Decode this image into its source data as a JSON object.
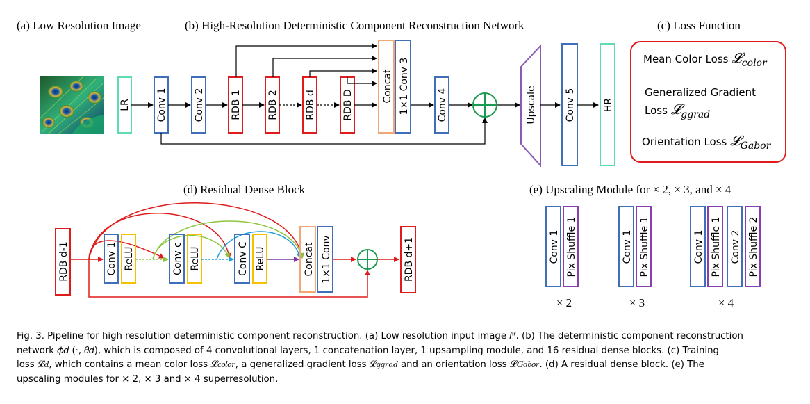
{
  "panel_titles": {
    "a": "(a) Low Resolution Image",
    "b": "(b) High-Resolution Deterministic Component Reconstruction Network",
    "c": "(c) Loss Function",
    "d": "(d) Residual Dense Block",
    "e": "(e) Upscaling Module for × 2, × 3, and × 4"
  },
  "network": {
    "lr": "LR",
    "conv1": "Conv 1",
    "conv2": "Conv 2",
    "rdb1": "RDB 1",
    "rdb2": "RDB 2",
    "rdbd": "RDB d",
    "rdbD": "RDB D",
    "concat": "Concat",
    "conv1x1": "1×1 Conv 3",
    "conv4": "Conv 4",
    "upscale": "Upscale",
    "conv5": "Conv 5",
    "hr": "HR"
  },
  "loss": {
    "mean_color": "Mean Color Loss",
    "mean_color_sym": "𝓛",
    "mean_color_sub": "color",
    "gradient_line1": "Generalized Gradient",
    "gradient_line2": "Loss",
    "gradient_sym": "𝓛",
    "gradient_sub": "ggrad",
    "orientation": "Orientation Loss",
    "orientation_sym": "𝓛",
    "orientation_sub": "Gabor"
  },
  "rdb": {
    "prev": "RDB d-1",
    "conv1": "Conv 1",
    "relu1": "ReLU",
    "convc": "Conv c",
    "relu2": "ReLU",
    "convC": "Conv C",
    "relu3": "ReLU",
    "concat": "Concat",
    "conv1x1": "1×1 Conv",
    "next": "RDB d+1"
  },
  "upscaling": {
    "x2": {
      "conv": "Conv 1",
      "shuffle": "Pix Shuffle 1",
      "label": "× 2"
    },
    "x3": {
      "conv": "Conv 1",
      "shuffle": "Pix Shuffle 1",
      "label": "× 3"
    },
    "x4": {
      "conv1": "Conv 1",
      "shuffle1": "Pix Shuffle 1",
      "conv2": "Conv 2",
      "shuffle2": "Pix Shuffle 2",
      "label": "× 4"
    }
  },
  "caption": {
    "line1": "Fig. 3.  Pipeline for high resolution deterministic component reconstruction. (a) Low resolution input image 𝐼ˡʳ. (b) The deterministic component reconstruction",
    "line2": "network 𝜙𝑑 (·, 𝜃𝑑), which is composed of 4 convolutional layers, 1 concatenation layer, 1 upsampling module, and 16 residual dense blocks. (c) Training",
    "line3": "loss 𝓛𝑑, which contains a mean color loss 𝓛𝑐𝑜𝑙𝑜𝑟, a generalized gradient loss 𝓛𝑔𝑔𝑟𝑎𝑑 and an orientation loss 𝓛𝐺𝑎𝑏𝑜𝑟. (d) A residual dense block. (e) The",
    "line4": "upscaling modules for × 2, × 3 and × 4 superresolution."
  },
  "colors": {
    "lr_hr": "#5fdcae",
    "conv": "#3f6fb8",
    "rdb": "#e01b1b",
    "concat": "#f3a774",
    "upscale": "#8a5bb5",
    "relu": "#f2c200",
    "shuffle": "#8a3fb0",
    "arrow_green": "#8cc63f",
    "arrow_cyan": "#1e9fdc",
    "arrow_purple": "#7a39a8",
    "sum_green": "#1a9a50"
  },
  "icons": {
    "input_image": "peacock-thumbnail",
    "sum": "circle-plus-icon"
  }
}
